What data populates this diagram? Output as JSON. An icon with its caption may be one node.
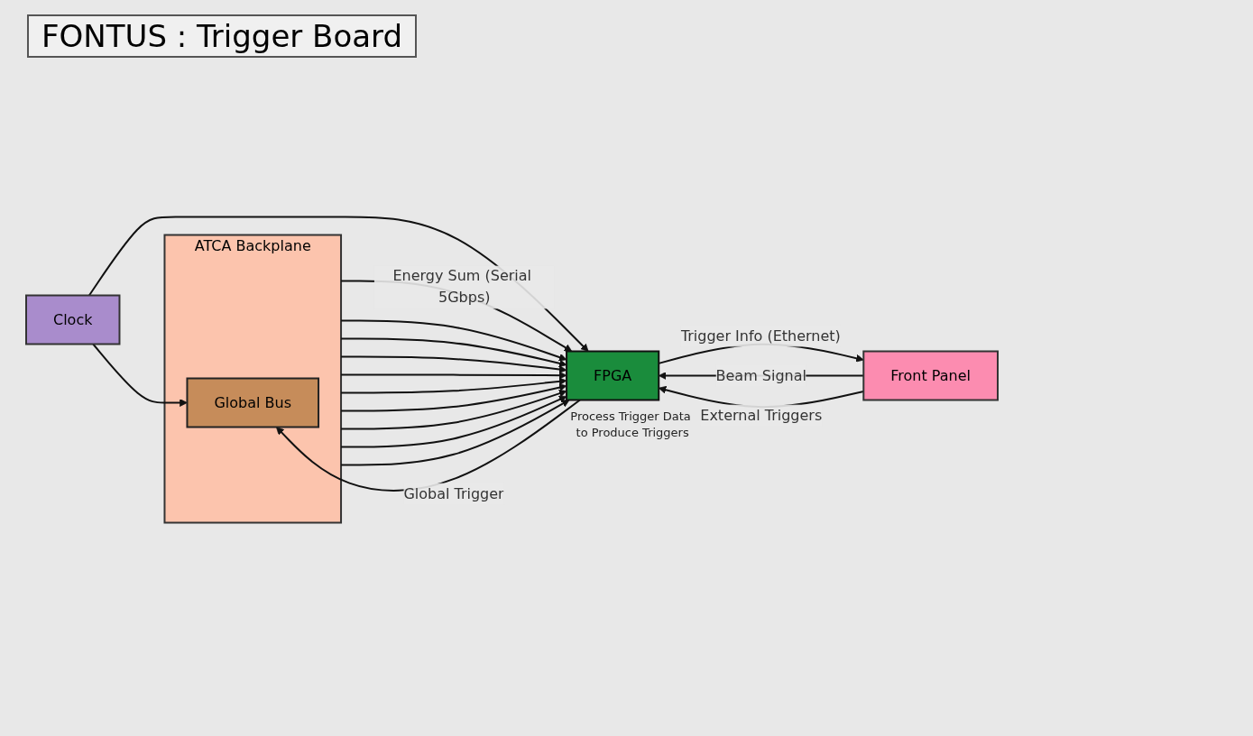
{
  "diagram": {
    "title": "FONTUS : Trigger Board",
    "nodes": [
      {
        "text": [
          "ATCA Backplane"
        ]
      },
      {
        "text": [
          "Global Bus"
        ],
        "in": 0
      },
      {
        "text": [
          "FPGA"
        ],
        "beside": [
          "Process Trigger Data to Produce Triggers"
        ]
      },
      {
        "text": [
          "Front Panel"
        ]
      },
      {
        "text": [
          "Clock"
        ]
      }
    ],
    "edges": [
      {
        "from": 0,
        "to": 2,
        "arrow": "to",
        "label": "Energy Sum (Serial 5Gbps)"
      },
      {
        "from": 0,
        "to": 2,
        "arrow": "to"
      },
      {
        "from": 0,
        "to": 2,
        "arrow": "to"
      },
      {
        "from": 0,
        "to": 2,
        "arrow": "to"
      },
      {
        "from": 0,
        "to": 2,
        "arrow": "to"
      },
      {
        "from": 0,
        "to": 2,
        "arrow": "to"
      },
      {
        "from": 0,
        "to": 2,
        "arrow": "to"
      },
      {
        "from": 0,
        "to": 2,
        "arrow": "to"
      },
      {
        "from": 0,
        "to": 2,
        "arrow": "to"
      },
      {
        "from": 0,
        "to": 2,
        "arrow": "to"
      },
      {
        "from": 2,
        "to": 3,
        "arrow": "to",
        "label": "Trigger Info (Ethernet)"
      },
      {
        "from": 3,
        "to": 2,
        "arrow": "to",
        "label": "Beam Signal"
      },
      {
        "from": 3,
        "to": 2,
        "arrow": "to",
        "label": "External Triggers"
      },
      {
        "from": 2,
        "to": 1,
        "arrow": "to",
        "label": "Global Trigger"
      },
      {
        "from": 4,
        "to": 1,
        "arrow": "to"
      },
      {
        "from": 4,
        "to": 2,
        "arrow": "to"
      }
    ]
  }
}
